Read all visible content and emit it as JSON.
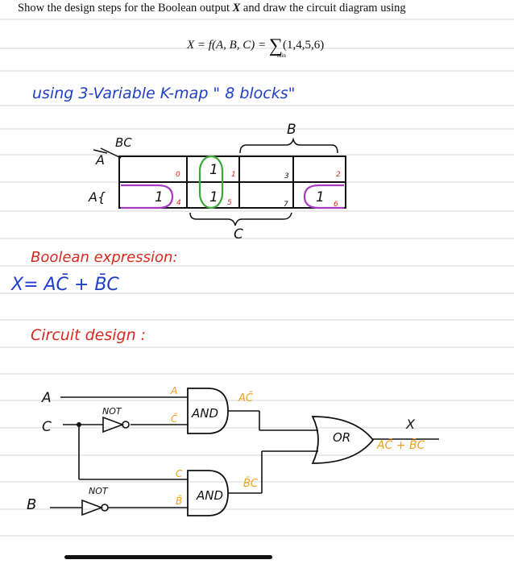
{
  "question": {
    "prefix": "Show the design steps for the Boolean output ",
    "output_var": "X",
    "suffix": " and draw the circuit diagram using",
    "equation_lhs": "X = f(A, B, C) = ",
    "sigma": "∑",
    "minterms": "(1,4,5,6)",
    "sigma_subscript": "min"
  },
  "kmap": {
    "heading": "using 3-Variable K-map \" 8 blocks\"",
    "bc_label": "BC",
    "a_label": "A",
    "a_bar_row_label": "A",
    "a_row_label": "A{",
    "b_label": "B",
    "c_label": "C",
    "cell_numbers": [
      "0",
      "1",
      "3",
      "2",
      "4",
      "5",
      "7",
      "6"
    ],
    "ones": [
      "1",
      "1",
      "1",
      "1"
    ]
  },
  "expression": {
    "heading": "Boolean expression:",
    "equation": "X= AC̄ + B̄C"
  },
  "circuit": {
    "heading": "Circuit design :",
    "input_a": "A",
    "input_c": "C",
    "input_b": "B",
    "not_label_1": "NOT",
    "not_label_2": "NOT",
    "and1_in_a": "A",
    "and1_in_c": "C̄",
    "and1_label": "AND",
    "and1_out": "AC̄",
    "and2_in_c": "C",
    "and2_in_b": "B̄",
    "and2_label": "AND",
    "and2_out": "B̄C",
    "or_label": "OR",
    "output_x": "X",
    "output_expr": "AC̄ + B̄C"
  },
  "colors": {
    "ink": "#111111",
    "blue": "#1f3fc9",
    "red": "#d8291f",
    "orange": "#f0a020",
    "green": "#3aa83a",
    "purple": "#a63bc4",
    "rule": "#d6d6d6"
  }
}
